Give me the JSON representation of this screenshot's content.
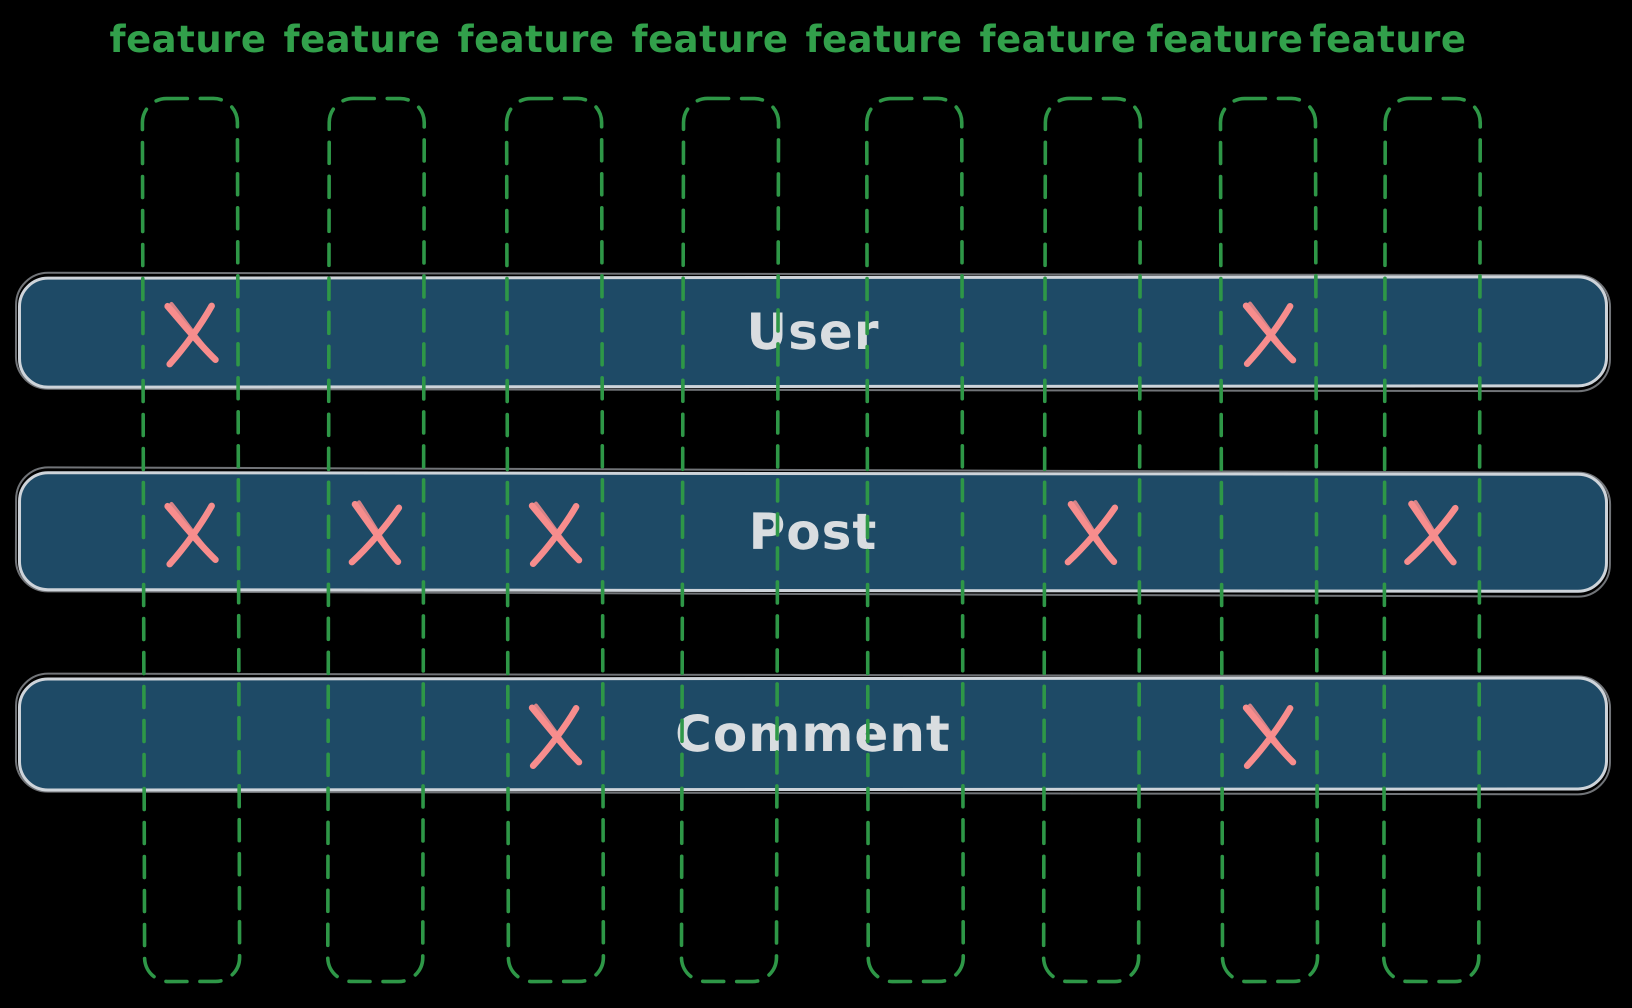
{
  "columns": [
    {
      "label": "feature"
    },
    {
      "label": "feature"
    },
    {
      "label": "feature"
    },
    {
      "label": "feature"
    },
    {
      "label": "feature"
    },
    {
      "label": "feature"
    },
    {
      "label": "feature"
    },
    {
      "label": "feature"
    }
  ],
  "rows": [
    {
      "label": "User",
      "marks": [
        0,
        6
      ]
    },
    {
      "label": "Post",
      "marks": [
        0,
        1,
        2,
        5,
        7
      ]
    },
    {
      "label": "Comment",
      "marks": [
        2,
        6
      ]
    }
  ],
  "colors": {
    "background": "#000000",
    "label_green": "#32a04b",
    "line_green": "#2e9747",
    "row_fill": "#1e4a66",
    "row_border": "#ced4da",
    "row_text": "#d9dde0",
    "x_mark": "#f78d8d"
  },
  "icons": {
    "intersection": "x-mark-icon"
  }
}
